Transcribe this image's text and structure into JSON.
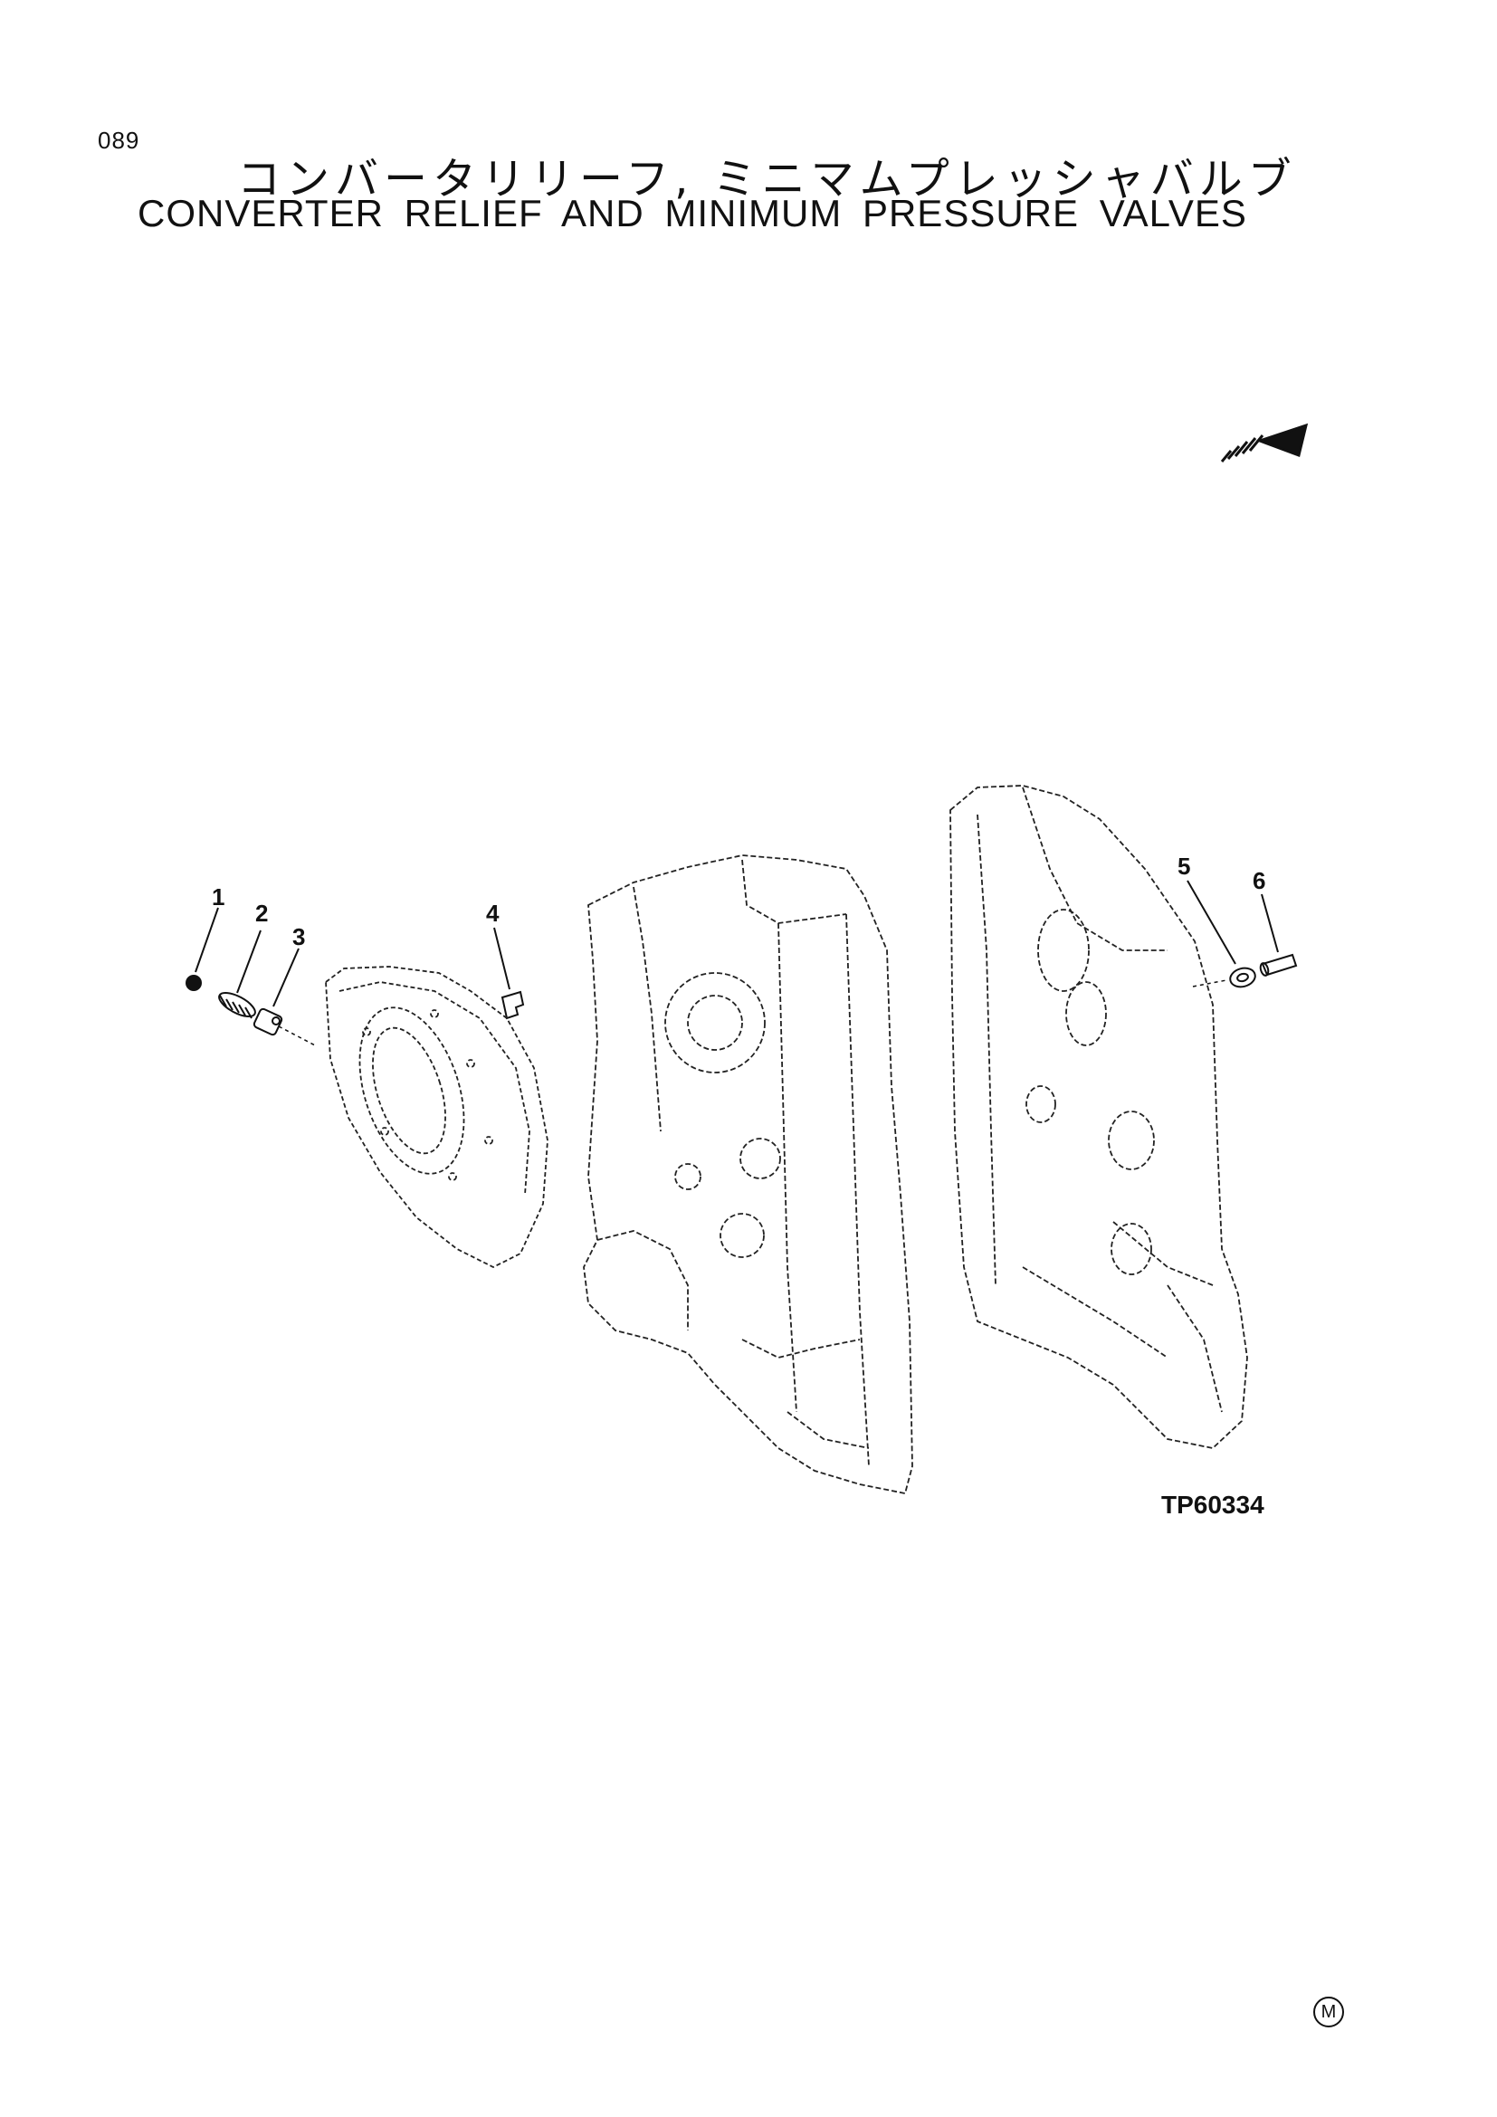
{
  "header": {
    "page_number": "089",
    "title_jp": "コンバータリリーフ, ミニマムプレッシャバルブ",
    "title_en": "CONVERTER RELIEF AND MINIMUM  PRESSURE VALVES"
  },
  "diagram": {
    "callouts": [
      "1",
      "2",
      "3",
      "4",
      "5",
      "6"
    ],
    "figure_code": "TP60334",
    "corner_mark": "M",
    "direction_icon": "front-direction-arrow-icon"
  }
}
